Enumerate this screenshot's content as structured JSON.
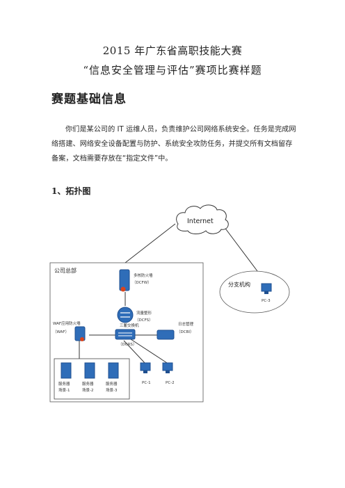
{
  "doc": {
    "title_line1": "2015 年广东省高职技能大赛",
    "title_line2": "“信息安全管理与评估”赛项比赛样题",
    "section_heading": "赛题基础信息",
    "intro_paragraph": "你们是某公司的 IT 运维人员，负责维护公司网络系统安全。任务是完成网络搭建、网络安全设备配置与防护、系统安全攻防任务，并提交所有文档留存备案，文档需要存放在“指定文件”中。",
    "subheading": "1、拓扑图"
  },
  "topology": {
    "internet_label": "Internet",
    "hq_label": "公司总部",
    "branch_label": "分支机构",
    "firewall": {
      "name": "多核防火墙",
      "code": "（DCFW）"
    },
    "shaper": {
      "name": "流量整形",
      "code": "（DCFS）"
    },
    "core_switch": {
      "name": "三层交换机",
      "code": "（DCRS）"
    },
    "log_audit": {
      "name": "日志管理",
      "code": "（DCBI）"
    },
    "waf": {
      "name": "WAF应用防火墙",
      "code": "（WAF）"
    },
    "servers": [
      {
        "line1": "服务器",
        "line2": "场景-1"
      },
      {
        "line1": "服务器",
        "line2": "场景-2"
      },
      {
        "line1": "服务器",
        "line2": "场景-3"
      }
    ],
    "pcs": [
      "PC-1",
      "PC-2"
    ],
    "branch_pc": "PC-3",
    "colors": {
      "device_blue": "#2f6db8",
      "device_dark": "#1f4f8f",
      "firewall_red": "#d9441c",
      "line": "#333333"
    }
  }
}
